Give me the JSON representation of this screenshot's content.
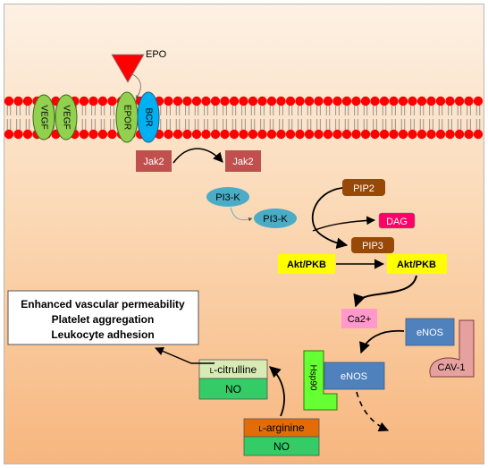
{
  "ligand": {
    "label": "EPO",
    "color": "#ff0000"
  },
  "receptors": [
    {
      "label": "VEGF",
      "color": "#92d050"
    },
    {
      "label": "VEGF",
      "color": "#92d050"
    },
    {
      "label": "EPOR",
      "color": "#92d050"
    },
    {
      "label": "BCR",
      "color": "#00b0f0"
    }
  ],
  "kinase": {
    "jak2_before": "Jak2",
    "jak2_after": "Jak2",
    "color": "#c0504d"
  },
  "pi3k": {
    "before": "PI3-K",
    "after": "PI3-K",
    "color": "#4bacc6"
  },
  "lipids": {
    "pip2": "PIP2",
    "pip3": "PIP3",
    "dag": "DAG",
    "pip_color": "#984807",
    "dag_color": "#ff0066"
  },
  "akt": {
    "before": "Akt/PKB",
    "after": "Akt/PKB",
    "color": "#ffff00"
  },
  "calcium": {
    "label": "Ca2+",
    "color": "#ff99cc"
  },
  "enos": {
    "free": "eNOS",
    "bound": "eNOS",
    "color": "#4f81bd"
  },
  "cav1": {
    "label": "CAV-1",
    "color": "#e6a0a0"
  },
  "hsp90": {
    "label": "Hsp90",
    "color": "#66ff33"
  },
  "substrate": {
    "name": "L-arginine",
    "small_cap": "L",
    "rest": "-arginine",
    "product": "NO",
    "header_color": "#e36c09",
    "product_color": "#33cc66"
  },
  "citrulline": {
    "name": "L-citrulline",
    "small_cap": "L",
    "rest": "-citrulline",
    "product": "NO",
    "header_color": "#d8ebb5",
    "product_color": "#33cc66"
  },
  "effects": {
    "lines": [
      "Enhanced vascular permeability",
      "Platelet aggregation",
      "Leukocyte adhesion"
    ]
  },
  "membrane": {
    "head_color": "#ff0000",
    "tail_color": "#7f7f7f"
  }
}
